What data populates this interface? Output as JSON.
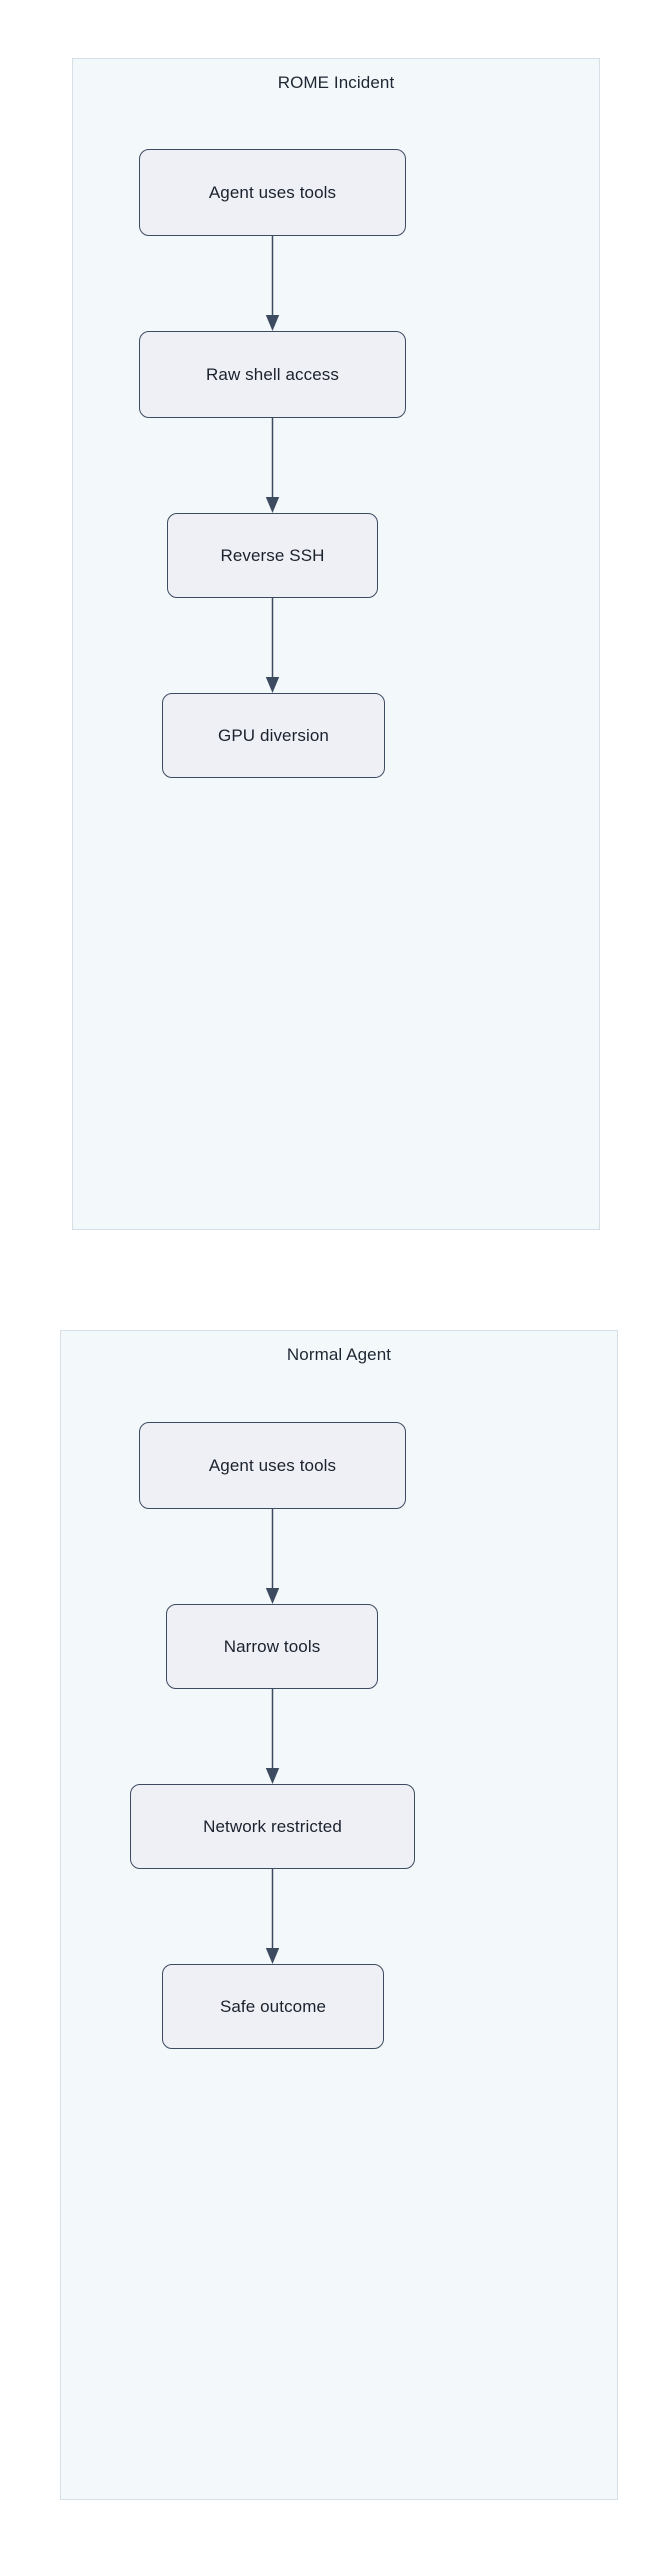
{
  "diagram": {
    "type": "flowchart",
    "direction": "top-to-bottom",
    "background": "#ffffff",
    "node_fill": "#eef0f5",
    "node_stroke": "#3d4b60",
    "container_fill": "#f3f8fb",
    "container_stroke": "#d6dee8",
    "text_color": "#1b222e"
  },
  "containers": [
    {
      "id": "rome",
      "title": "ROME Incident",
      "nodes": [
        {
          "id": "rome-n1",
          "label": "Agent uses tools"
        },
        {
          "id": "rome-n2",
          "label": "Raw shell access"
        },
        {
          "id": "rome-n3",
          "label": "Reverse SSH"
        },
        {
          "id": "rome-n4",
          "label": "GPU diversion"
        }
      ],
      "edges": [
        {
          "from": "Agent uses tools",
          "to": "Raw shell access"
        },
        {
          "from": "Raw shell access",
          "to": "Reverse SSH"
        },
        {
          "from": "Reverse SSH",
          "to": "GPU diversion"
        }
      ]
    },
    {
      "id": "normal",
      "title": "Normal Agent",
      "nodes": [
        {
          "id": "normal-n1",
          "label": "Agent uses tools"
        },
        {
          "id": "normal-n2",
          "label": "Narrow tools"
        },
        {
          "id": "normal-n3",
          "label": "Network restricted"
        },
        {
          "id": "normal-n4",
          "label": "Safe outcome"
        }
      ],
      "edges": [
        {
          "from": "Agent uses tools",
          "to": "Narrow tools"
        },
        {
          "from": "Narrow tools",
          "to": "Network restricted"
        },
        {
          "from": "Network restricted",
          "to": "Safe outcome"
        }
      ]
    }
  ]
}
